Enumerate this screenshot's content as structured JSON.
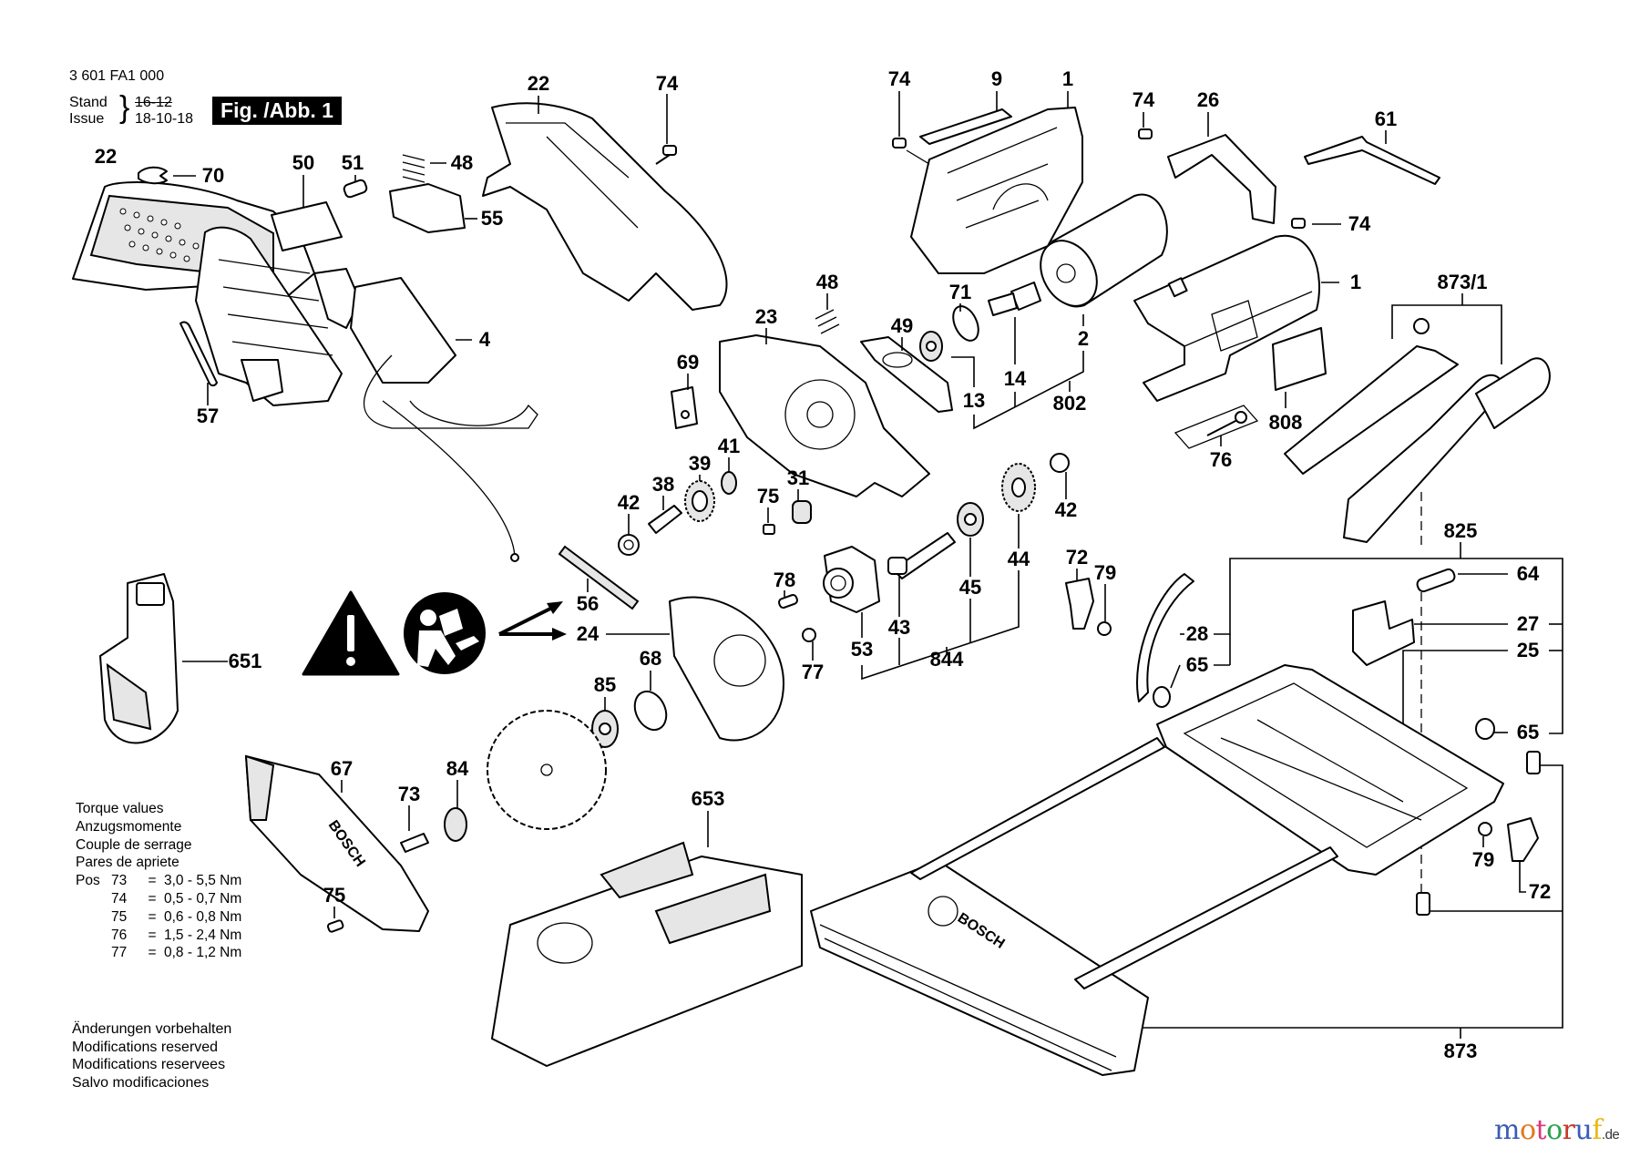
{
  "header": {
    "part_number": "3 601 FA1 000",
    "stand_label": "Stand",
    "issue_label": "Issue",
    "old_date": "16-12",
    "issue_date": "18-10-18",
    "figure_label": "Fig. /Abb. 1"
  },
  "callouts": {
    "c22_top": "22",
    "c74_a": "74",
    "c74_b": "74",
    "c9": "9",
    "c1_top": "1",
    "c74_c": "74",
    "c26": "26",
    "c61": "61",
    "c74_d": "74",
    "c22_left": "22",
    "c70": "70",
    "c50": "50",
    "c51": "51",
    "c48_a": "48",
    "c55": "55",
    "c4": "4",
    "c57": "57",
    "c48_b": "48",
    "c23": "23",
    "c49": "49",
    "c71": "71",
    "c1_motor": "1",
    "c873_1": "873/1",
    "c69": "69",
    "c13": "13",
    "c14": "14",
    "c2": "2",
    "c802": "802",
    "c808": "808",
    "c76": "76",
    "c41": "41",
    "c39": "39",
    "c75_a": "75",
    "c31": "31",
    "c38": "38",
    "c42_a": "42",
    "c42_b": "42",
    "c44": "44",
    "c45": "45",
    "c43": "43",
    "c53": "53",
    "c844": "844",
    "c78": "78",
    "c77": "77",
    "c72_a": "72",
    "c79_a": "79",
    "c825": "825",
    "c64": "64",
    "c27": "27",
    "c25": "25",
    "c28": "28",
    "c65_a": "65",
    "c65_b": "65",
    "c79_b": "79",
    "c72_b": "72",
    "c56": "56",
    "c24": "24",
    "c68": "68",
    "c85": "85",
    "c651": "651",
    "c67": "67",
    "c84": "84",
    "c73": "73",
    "c75_b": "75",
    "c653": "653",
    "c873": "873"
  },
  "symbols": {
    "warning": "warning-triangle",
    "manual": "read-manual-mandatory"
  },
  "torque": {
    "titles": [
      "Torque values",
      "Anzugsmomente",
      "Couple de serrage",
      "Pares de apriete"
    ],
    "pos_label": "Pos",
    "rows": [
      {
        "pos": "73",
        "eq": "=",
        "value": "3,0 - 5,5 Nm"
      },
      {
        "pos": "74",
        "eq": "=",
        "value": "0,5 - 0,7 Nm"
      },
      {
        "pos": "75",
        "eq": "=",
        "value": "0,6 - 0,8 Nm"
      },
      {
        "pos": "76",
        "eq": "=",
        "value": "1,5 - 2,4 Nm"
      },
      {
        "pos": "77",
        "eq": "=",
        "value": "0,8 - 1,2 Nm"
      }
    ]
  },
  "modifications": [
    "Änderungen vorbehalten",
    "Modifications reserved",
    "Modifications reservees",
    "Salvo modificaciones"
  ],
  "brand_markings": {
    "guard_text": "BOSCH",
    "fence_text": "BOSCH"
  },
  "watermark": {
    "letters": [
      "m",
      "o",
      "t",
      "o",
      "r",
      "u",
      "f"
    ],
    "colors": [
      "#3b5bb5",
      "#e07a1f",
      "#d8387a",
      "#2aa34a",
      "#c43a2a",
      "#3b5bb5",
      "#e8b818"
    ],
    "tld": ".de"
  }
}
